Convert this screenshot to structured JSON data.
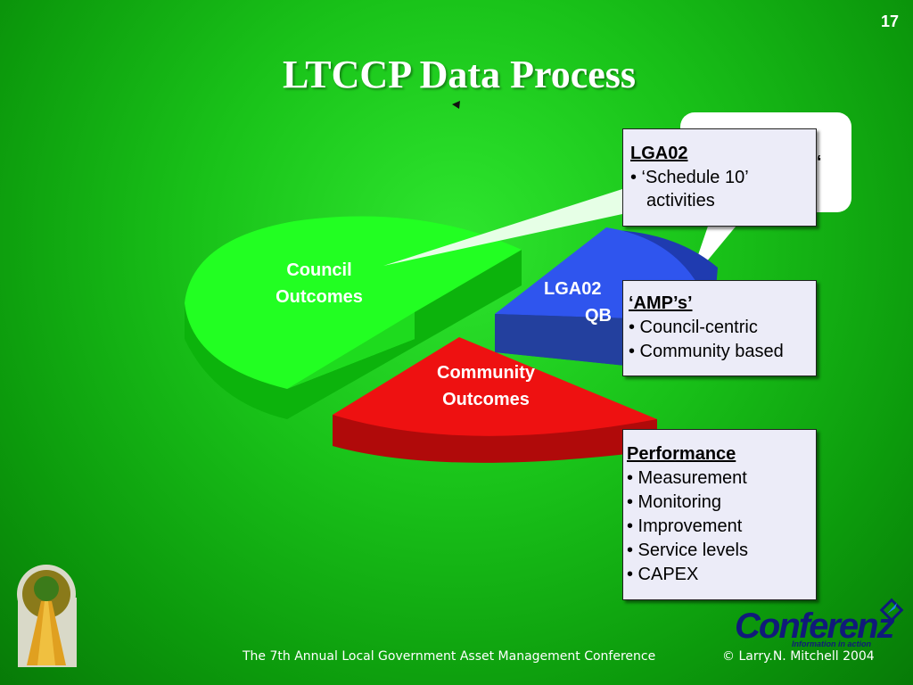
{
  "slide": {
    "number": "17",
    "title": "LTCCP Data Process"
  },
  "pie": {
    "segments": [
      {
        "label_line1": "Council",
        "label_line2": "Outcomes",
        "color": "#22ff22"
      },
      {
        "label_line1": "LGA02",
        "label_line2": "QB",
        "color": "#2f55ee"
      },
      {
        "label_line1": "Community",
        "label_line2": "Outcomes",
        "color": "#ee1111"
      }
    ]
  },
  "bubble": {
    "visible_text": "t“"
  },
  "boxes": {
    "lga02": {
      "heading": "LGA02",
      "items": [
        "• ‘Schedule 10’",
        "activities"
      ]
    },
    "amps": {
      "heading": "‘AMP’s’",
      "items": [
        "• Council-centric",
        "• Community based"
      ]
    },
    "performance": {
      "heading": "Performance",
      "items": [
        "• Measurement",
        "• Monitoring",
        "• Improvement",
        "• Service levels",
        "• CAPEX"
      ]
    }
  },
  "footer": {
    "conference": "The 7th Annual Local Government Asset Management Conference",
    "copyright": "© Larry.N. Mitchell 2004"
  },
  "logo": {
    "name": "Conferenz",
    "tagline": "Information in action"
  },
  "colors": {
    "background": "#19c219",
    "box_fill": "#ececf8",
    "logo_blue": "#101a7a"
  }
}
